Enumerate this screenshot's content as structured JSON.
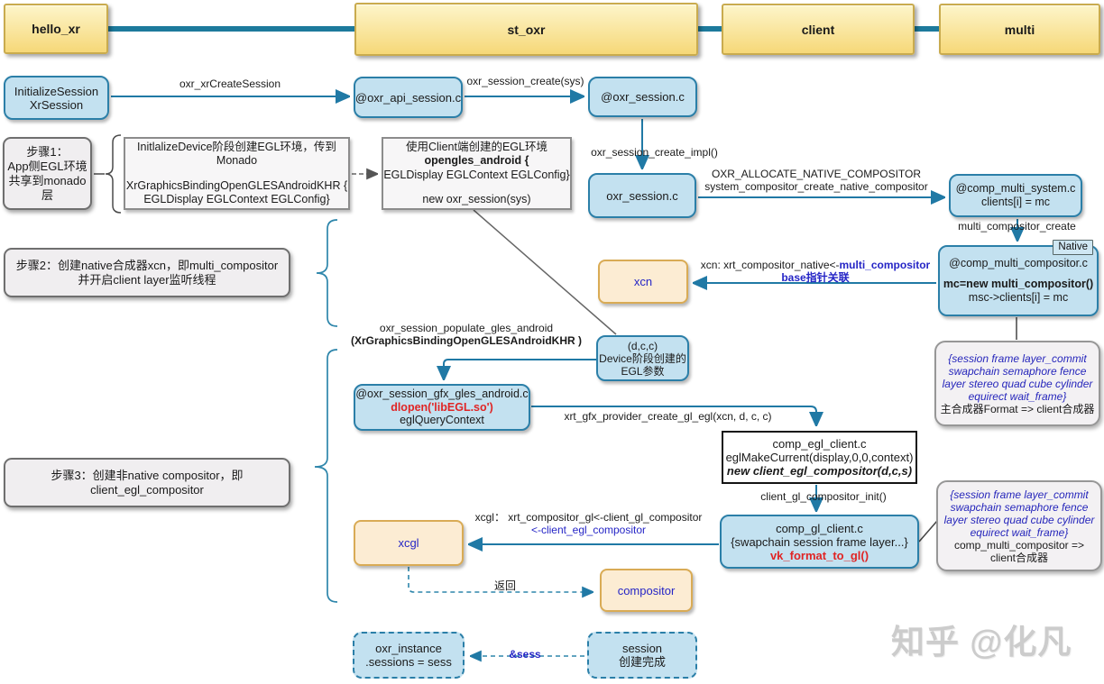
{
  "diagram": {
    "watermark": "知乎 @化凡",
    "colors": {
      "header_yellow": "#f6d878",
      "node_blue_fill": "#c3e1f0",
      "node_blue_border": "#2b7fa8",
      "accent_teal": "#2079a5",
      "orange_fill": "#fcecd3",
      "link_blue": "#2525c6",
      "highlight_red": "#e02525"
    },
    "headers": {
      "hello_xr": "hello_xr",
      "st_oxr": "st_oxr",
      "client": "client",
      "multi": "multi"
    },
    "steps": {
      "step1": {
        "line1": "步骤1：",
        "line2": "App侧EGL环境",
        "line3": "共享到monado层"
      },
      "step2": {
        "line1": "步骤2：创建native合成器xcn，即multi_compositor",
        "line2": "并开启client layer监听线程"
      },
      "step3": {
        "line1": "步骤3：创建非native compositor，即",
        "line2": "client_egl_compositor"
      }
    },
    "nodes": {
      "init_session": {
        "line1": "InitializeSession",
        "line2": "XrSession"
      },
      "oxr_api_session": {
        "title": "@oxr_api_session.c"
      },
      "oxr_session_hdr": {
        "title": "@oxr_session.c"
      },
      "oxr_session": {
        "title": "oxr_session.c"
      },
      "egl_env_app": {
        "line1": "InitlalizeDevice阶段创建EGL环境，传到",
        "line2": "Monado",
        "line3": "XrGraphicsBindingOpenGLESAndroidKHR {",
        "line4": "EGLDisplay  EGLContext EGLConfig}"
      },
      "egl_env_client": {
        "line1": "使用Client端创建的EGL环境",
        "line2": "opengles_android {",
        "line3": "EGLDisplay  EGLContext EGLConfig}",
        "line4": "new oxr_session(sys)"
      },
      "comp_multi_system": {
        "line1": "@comp_multi_system.c",
        "line2": "clients[i] = mc"
      },
      "comp_multi_compositor": {
        "tag": "Native",
        "line1": "@comp_multi_compositor.c",
        "line2": "mc=new multi_compositor()",
        "line3": "msc->clients[i] = mc"
      },
      "xcn": {
        "label": "xcn"
      },
      "dcc": {
        "line1": "(d,c,c)",
        "line2": "Device阶段创建的",
        "line3": "EGL参数"
      },
      "oxr_session_gfx": {
        "line1": "@oxr_session_gfx_gles_android.c",
        "line2": "dlopen('libEGL.so')",
        "line3": "eglQueryContext"
      },
      "comp_egl_client": {
        "line1": "comp_egl_client.c",
        "line2": "eglMakeCurrent(display,0,0,context)",
        "line3": "new client_egl_compositor(d,c,s)"
      },
      "comp_gl_client": {
        "line1": "comp_gl_client.c",
        "line2": "{swapchain session frame layer...}",
        "line3": "vk_format_to_gl()"
      },
      "features_native": {
        "line1": "{session frame layer_commit",
        "line2": "swapchain semaphore fence",
        "line3": "layer stereo quad cube cylinder",
        "line4": "equirect wait_frame}",
        "line5": "主合成器Format => client合成器"
      },
      "features_client": {
        "line1": "{session frame layer_commit",
        "line2": "swapchain semaphore fence",
        "line3": "layer stereo quad cube cylinder",
        "line4": "equirect wait_frame}",
        "line5": "comp_multi_compositor =>",
        "line6": "client合成器"
      },
      "xcgl": {
        "label": "xcgl"
      },
      "compositor": {
        "label": "compositor"
      },
      "oxr_instance": {
        "line1": "oxr_instance",
        "line2": ".sessions = sess"
      },
      "session_done": {
        "line1": "session",
        "line2": "创建完成"
      }
    },
    "edges": {
      "create_session": "oxr_xrCreateSession",
      "session_create": "oxr_session_create(sys)",
      "session_create_impl": "oxr_session_create_impl()",
      "alloc_native_1": "OXR_ALLOCATE_NATIVE_COMPOSITOR",
      "alloc_native_2": "system_compositor_create_native_compositor",
      "multi_compositor_create": "multi_compositor_create",
      "xcn_assign_1a": "xcn: xrt_compositor_native<-",
      "xcn_assign_1b": "multi_compositor",
      "xcn_assign_2": "base指针关联",
      "populate_1": "oxr_session_populate_gles_android",
      "populate_2": "(XrGraphicsBindingOpenGLESAndroidKHR )",
      "provider_create": "xrt_gfx_provider_create_gl_egl(xcn, d, c, c)",
      "gl_compositor_init": "client_gl_compositor_init()",
      "xcgl_assign_1": "xcgl：  xrt_compositor_gl<-client_gl_compositor",
      "xcgl_assign_2": "<-client_egl_compositor",
      "return_label": "返回",
      "sess_ref": "&sess"
    }
  }
}
